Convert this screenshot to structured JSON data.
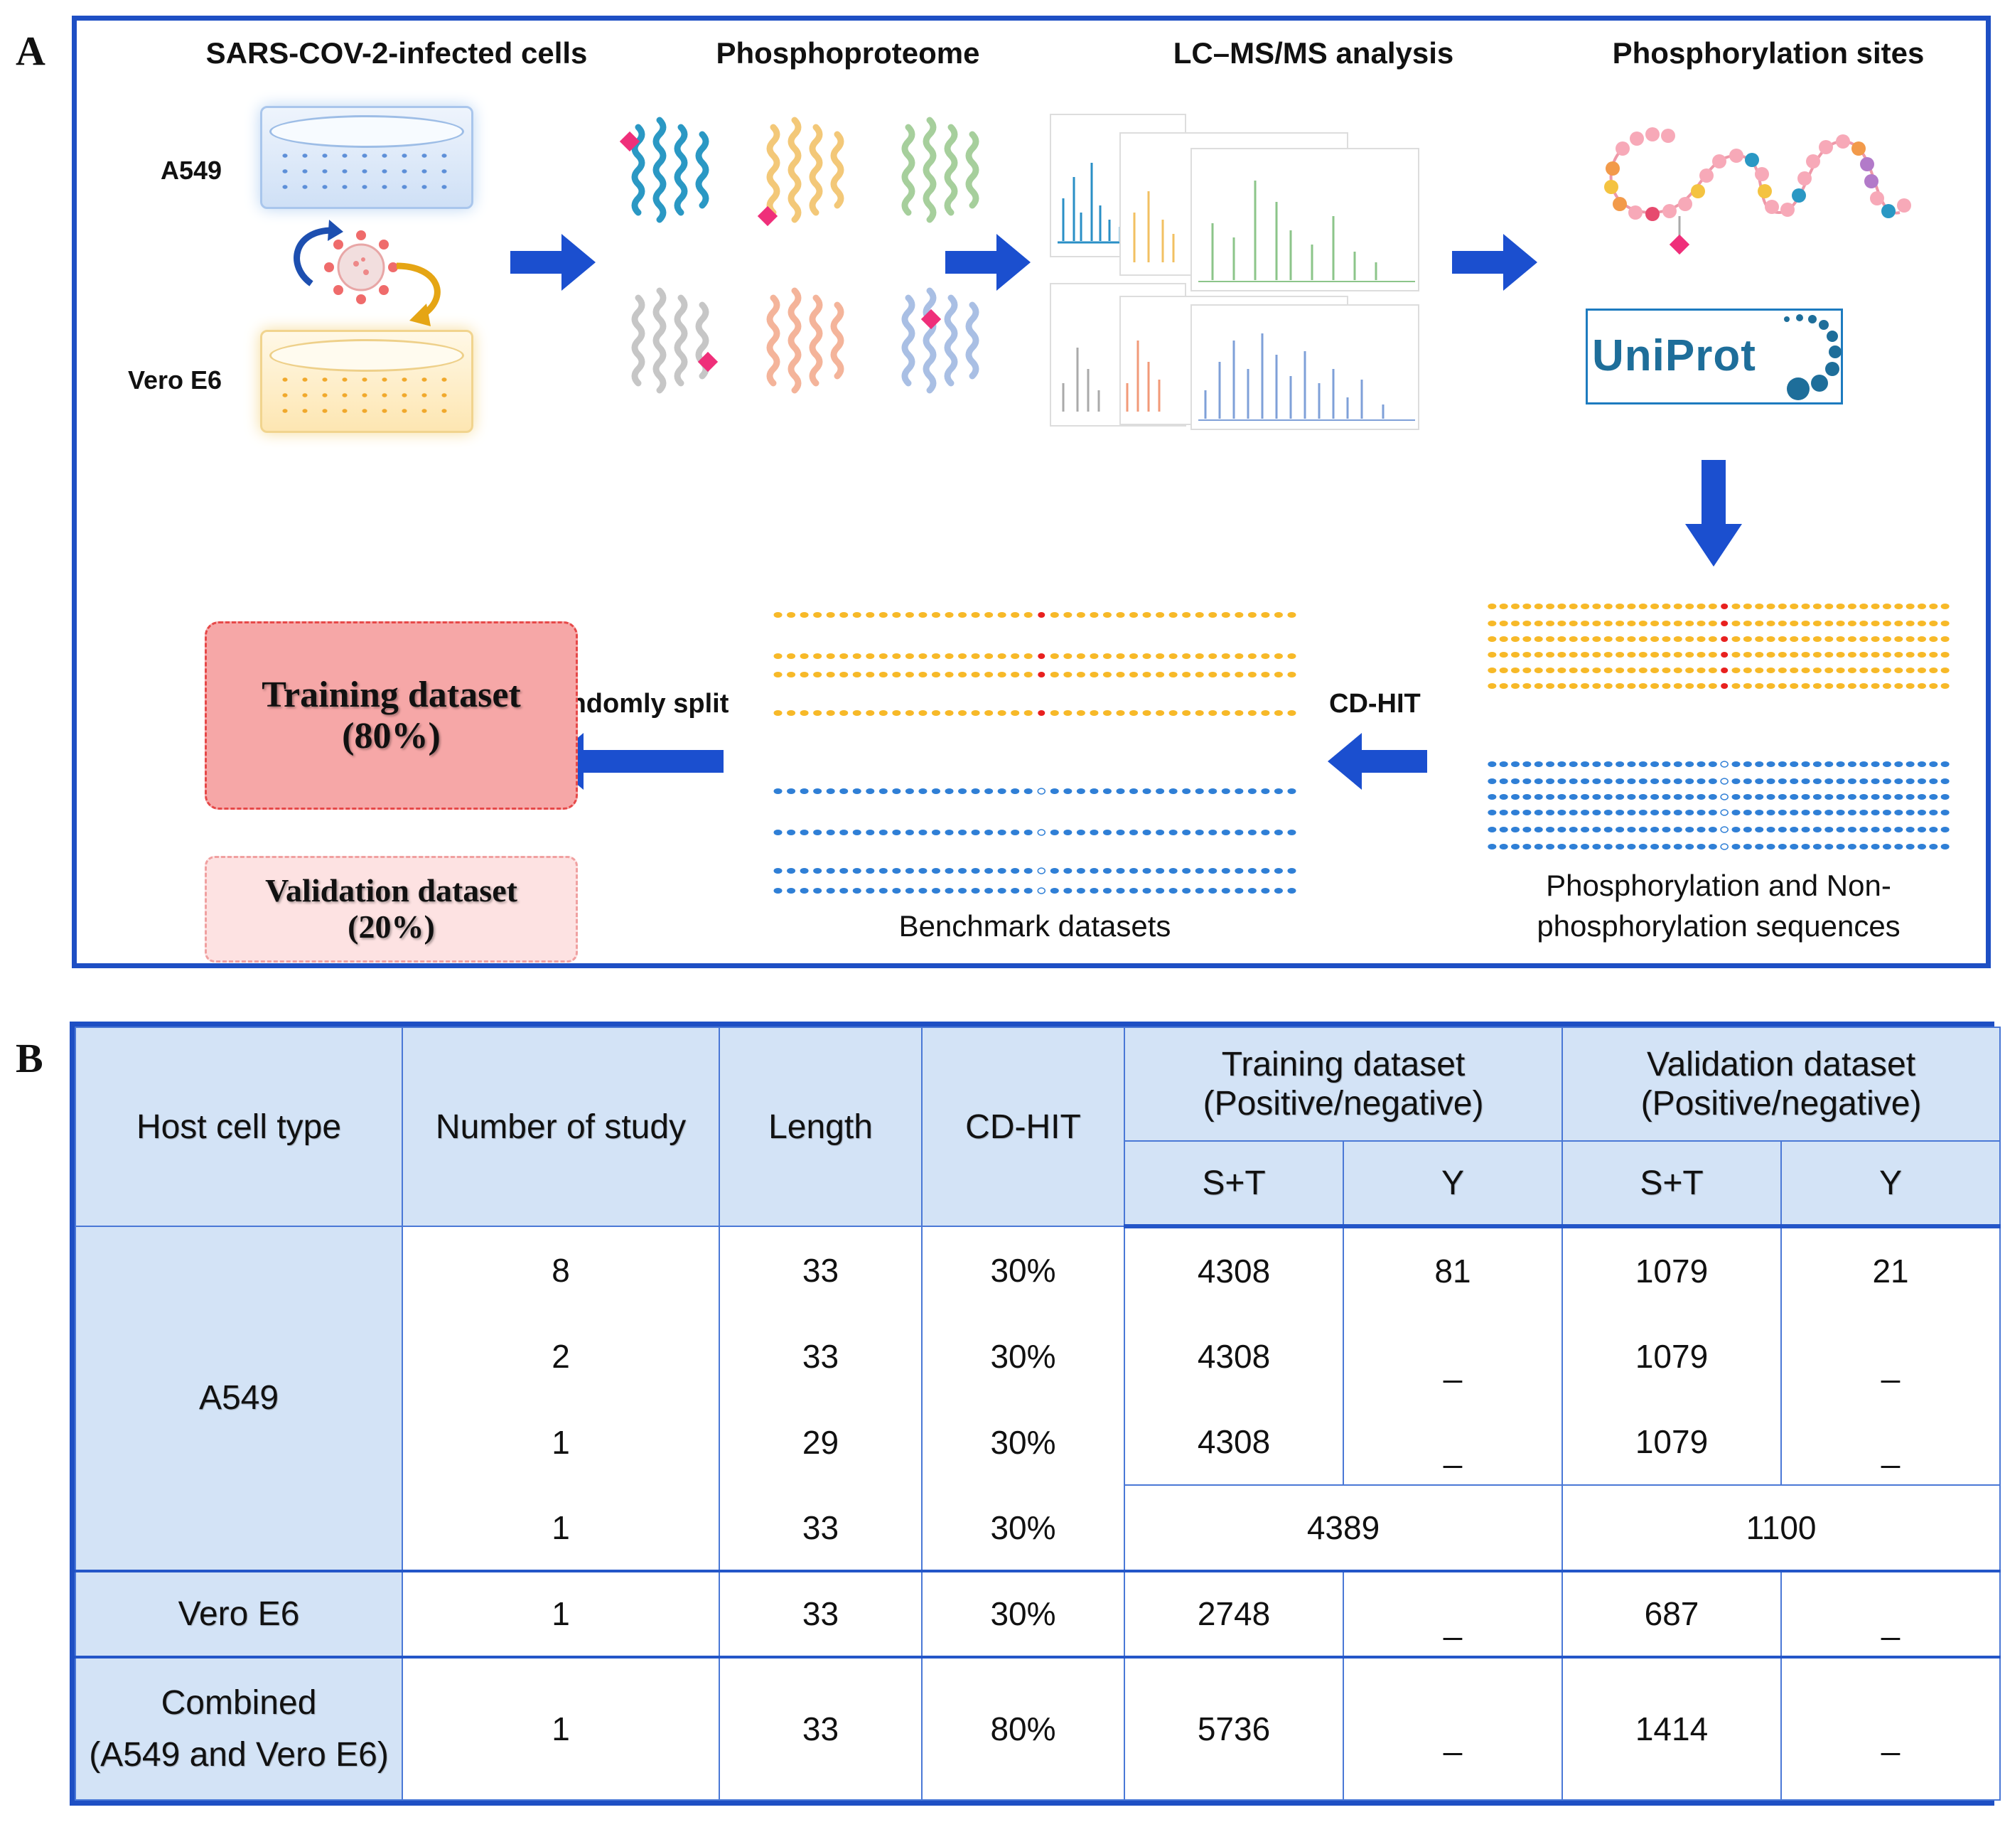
{
  "panel_a": {
    "letter": "A",
    "stages": {
      "infected_cells": "SARS-COV-2-infected cells",
      "phosphoproteome": "Phosphoproteome",
      "lcms": "LC–MS/MS analysis",
      "sites": "Phosphorylation sites"
    },
    "cell_lines": {
      "a549": "A549",
      "vero": "Vero E6"
    },
    "uniprot_logo": "UniProt",
    "steps": {
      "cdhit": "CD-HIT",
      "split": "Randomly split"
    },
    "captions": {
      "sequences_line1": "Phosphorylation and Non-",
      "sequences_line2": "phosphorylation sequences",
      "benchmark": "Benchmark datasets"
    },
    "training": {
      "title": "Training dataset",
      "pct": "(80%)"
    },
    "validation": {
      "title": "Validation dataset",
      "pct": "(20%)"
    },
    "colors": {
      "frame": "#1e4fc4",
      "arrow": "#1b4fcf",
      "positive_seq": "#f7b928",
      "negative_seq": "#2f7fd6",
      "site": "#e8201f",
      "marker": "#ef2f7a"
    }
  },
  "panel_b": {
    "letter": "B",
    "headers": {
      "host": "Host cell type",
      "study": "Number of study",
      "length": "Length",
      "cdhit": "CD-HIT",
      "training": "Training dataset",
      "training_sub": "(Positive/negative)",
      "validation": "Validation dataset",
      "validation_sub": "(Positive/negative)",
      "st": "S+T",
      "y": "Y"
    },
    "hosts": {
      "a549": "A549",
      "vero": "Vero E6",
      "combined_line1": "Combined",
      "combined_line2": "(A549 and Vero E6)"
    },
    "rows": [
      {
        "study": "8",
        "length": "33",
        "cdhit": "30%",
        "train_st": "4308",
        "train_y": "81",
        "val_st": "1079",
        "val_y": "21"
      },
      {
        "study": "2",
        "length": "33",
        "cdhit": "30%",
        "train_st": "4308",
        "train_y": "_",
        "val_st": "1079",
        "val_y": "_"
      },
      {
        "study": "1",
        "length": "29",
        "cdhit": "30%",
        "train_st": "4308",
        "train_y": "_",
        "val_st": "1079",
        "val_y": "_"
      },
      {
        "study": "1",
        "length": "33",
        "cdhit": "30%",
        "train_all": "4389",
        "val_all": "1100"
      },
      {
        "study": "1",
        "length": "33",
        "cdhit": "30%",
        "train_st": "2748",
        "train_y": "_",
        "val_st": "687",
        "val_y": "_"
      },
      {
        "study": "1",
        "length": "33",
        "cdhit": "80%",
        "train_st": "5736",
        "train_y": "_",
        "val_st": "1414",
        "val_y": "_"
      }
    ]
  }
}
